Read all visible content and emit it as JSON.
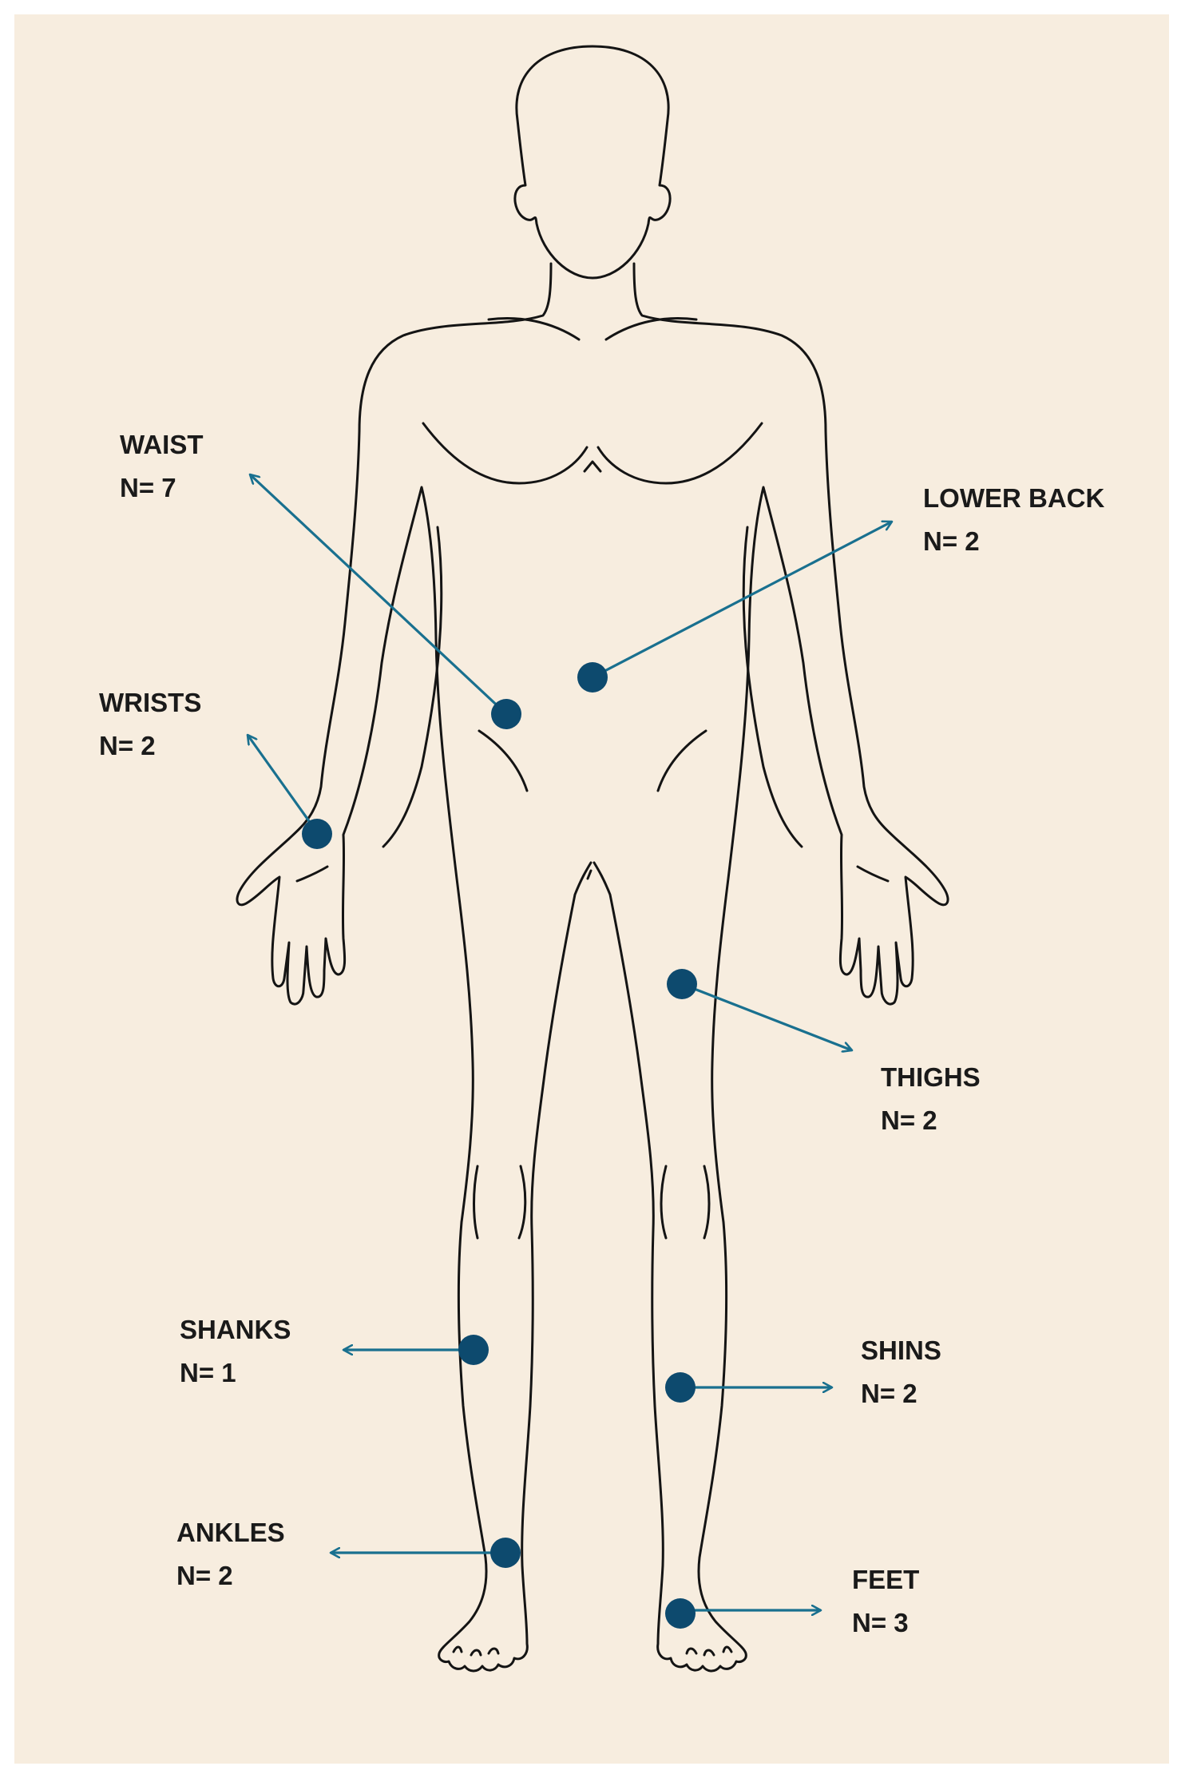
{
  "colors": {
    "background": "#f7eddf",
    "outline": "#141414",
    "marker": "#0d4a6e",
    "arrow": "#19708f",
    "label": "#1a1a1a"
  },
  "sensors": [
    {
      "id": "waist",
      "name": "WAIST",
      "count": "N= 7"
    },
    {
      "id": "lower-back",
      "name": "LOWER BACK",
      "count": "N= 2"
    },
    {
      "id": "wrists",
      "name": "WRISTS",
      "count": "N= 2"
    },
    {
      "id": "thighs",
      "name": "THIGHS",
      "count": "N= 2"
    },
    {
      "id": "shanks",
      "name": "SHANKS",
      "count": "N= 1"
    },
    {
      "id": "shins",
      "name": "SHINS",
      "count": "N= 2"
    },
    {
      "id": "ankles",
      "name": "ANKLES",
      "count": "N= 2"
    },
    {
      "id": "feet",
      "name": "FEET",
      "count": "N= 3"
    }
  ]
}
